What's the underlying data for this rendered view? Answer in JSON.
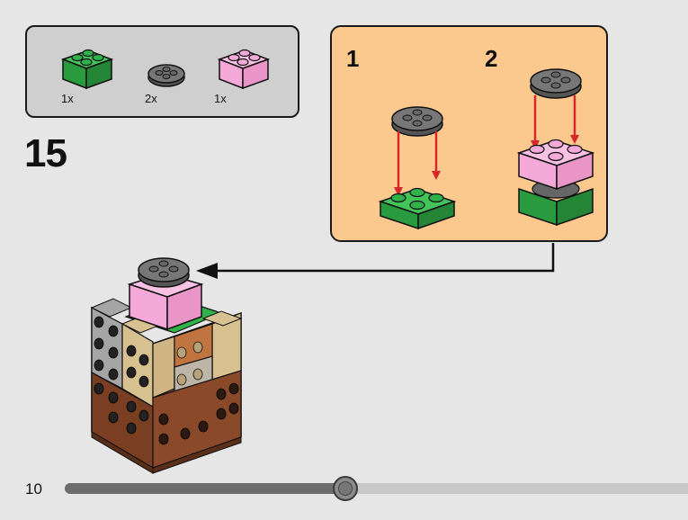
{
  "parts_list": {
    "items": [
      {
        "name": "green-brick-2x2",
        "qty": "1x",
        "color": "#2fb34a"
      },
      {
        "name": "gray-round-plate-2x2",
        "qty": "2x",
        "color": "#6a6a6a"
      },
      {
        "name": "pink-brick-2x2",
        "qty": "1x",
        "color": "#f5a9d8"
      }
    ]
  },
  "step": {
    "number": "15"
  },
  "sub_steps": [
    {
      "number": "1"
    },
    {
      "number": "2"
    }
  ],
  "footer": {
    "page_number": "10",
    "progress_fraction": 0.45
  },
  "colors": {
    "background": "#e6e6e6",
    "parts_box": "#cfcfcf",
    "substep_box": "#fbc98e",
    "arrow_red": "#d6262c",
    "green": "#2fb34a",
    "pink": "#f5a9d8",
    "gray": "#6a6a6a",
    "tan": "#d8c190",
    "brown": "#8a4a2a"
  }
}
